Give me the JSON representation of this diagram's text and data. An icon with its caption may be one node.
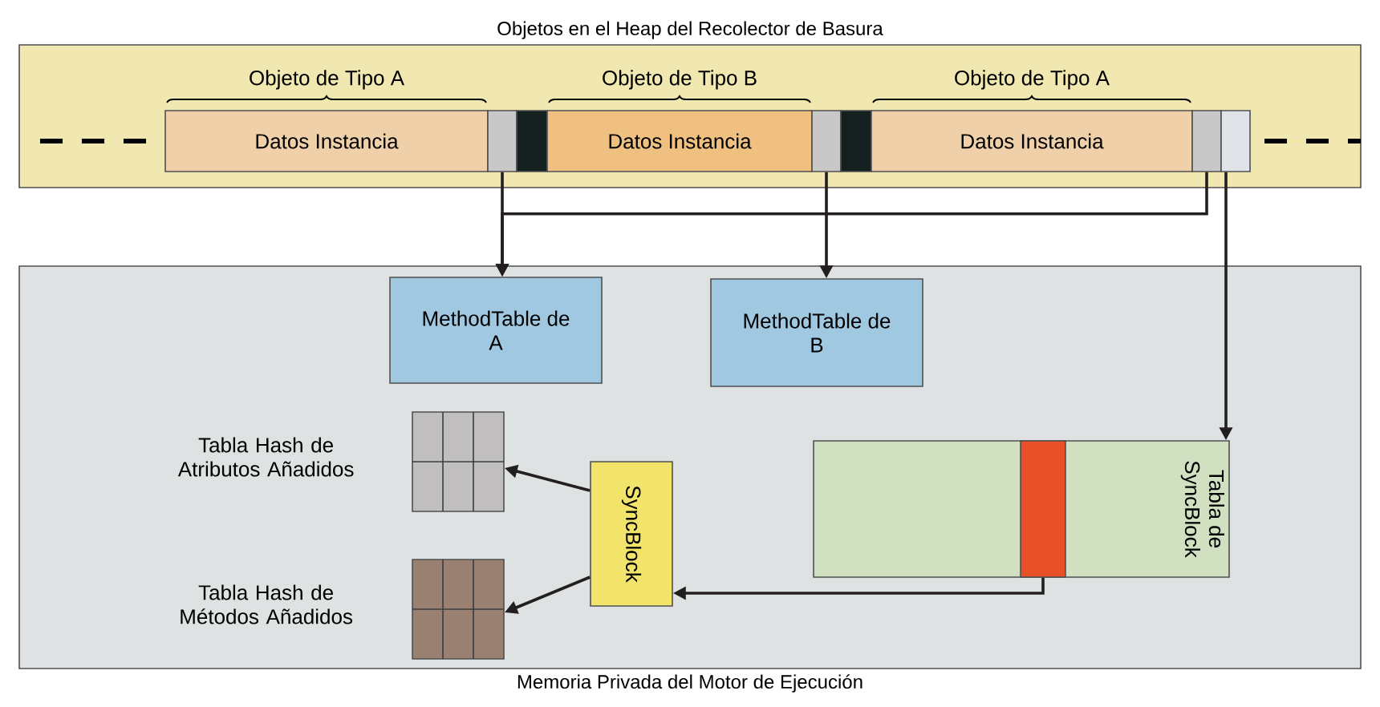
{
  "diagram": {
    "nodes": [
      {
        "text": [
          "Objetos en el Heap del Recolector de Basura"
        ]
      },
      {
        "text": [
          "Datos Instancia"
        ],
        "beside": [
          "Objeto de Tipo A"
        ],
        "in": 0
      },
      {
        "text": [],
        "shape": "box",
        "in": 0
      },
      {
        "text": [],
        "shape": "box",
        "in": 0
      },
      {
        "text": [
          "Datos Instancia"
        ],
        "beside": [
          "Objeto de Tipo B"
        ],
        "in": 0
      },
      {
        "text": [],
        "shape": "box",
        "in": 0
      },
      {
        "text": [],
        "shape": "box",
        "in": 0
      },
      {
        "text": [
          "Datos Instancia"
        ],
        "beside": [
          "Objeto de Tipo A"
        ],
        "in": 0
      },
      {
        "text": [],
        "shape": "box",
        "in": 0
      },
      {
        "text": [],
        "shape": "box",
        "in": 0
      },
      {
        "text": [
          "Memoria Privada del Motor de Ejecución"
        ]
      },
      {
        "text": [
          "MethodTable de A"
        ],
        "in": 10
      },
      {
        "text": [
          "MethodTable de B"
        ],
        "in": 10
      },
      {
        "text": [],
        "shape": "box",
        "beside": [
          "Tabla Hash de Atributos Añadidos"
        ],
        "in": 10
      },
      {
        "text": [],
        "shape": "box",
        "beside": [
          "Tabla Hash de Métodos Añadidos"
        ],
        "in": 10
      },
      {
        "text": [
          "SyncBlock"
        ],
        "in": 10
      },
      {
        "text": [
          "Tabla de SyncBlock"
        ],
        "in": 10
      },
      {
        "text": [],
        "shape": "box",
        "in": 16
      }
    ],
    "edges": [
      {
        "from": 2,
        "to": 11,
        "arrow": "to"
      },
      {
        "from": 8,
        "to": 11,
        "arrow": "to"
      },
      {
        "from": 5,
        "to": 12,
        "arrow": "to"
      },
      {
        "from": 9,
        "to": 16,
        "arrow": "to"
      },
      {
        "from": 17,
        "to": 15,
        "arrow": "to"
      },
      {
        "from": 15,
        "to": 13,
        "arrow": "to"
      },
      {
        "from": 15,
        "to": 14,
        "arrow": "to"
      }
    ]
  }
}
